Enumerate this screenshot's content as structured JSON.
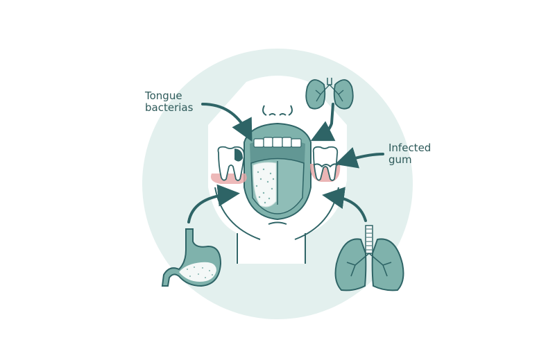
{
  "illustration": {
    "subject": "oral bacteria sources",
    "labels": {
      "tongue": [
        "Tongue",
        "bacterias"
      ],
      "gum": [
        "Infected",
        "gum"
      ]
    },
    "colors": {
      "background": "#ffffff",
      "circle": "#e3f0ee",
      "stroke": "#2e6466",
      "fill": "#7fb2ac",
      "fill_light": "#a9cdc8",
      "gum": "#e8a8a8",
      "text": "#2e5a5a"
    },
    "elements": [
      "face",
      "open-mouth",
      "coated-tongue",
      "decayed-tooth",
      "infected-gum-tooth",
      "small-lungs",
      "large-lungs",
      "stomach",
      "arrows"
    ]
  }
}
